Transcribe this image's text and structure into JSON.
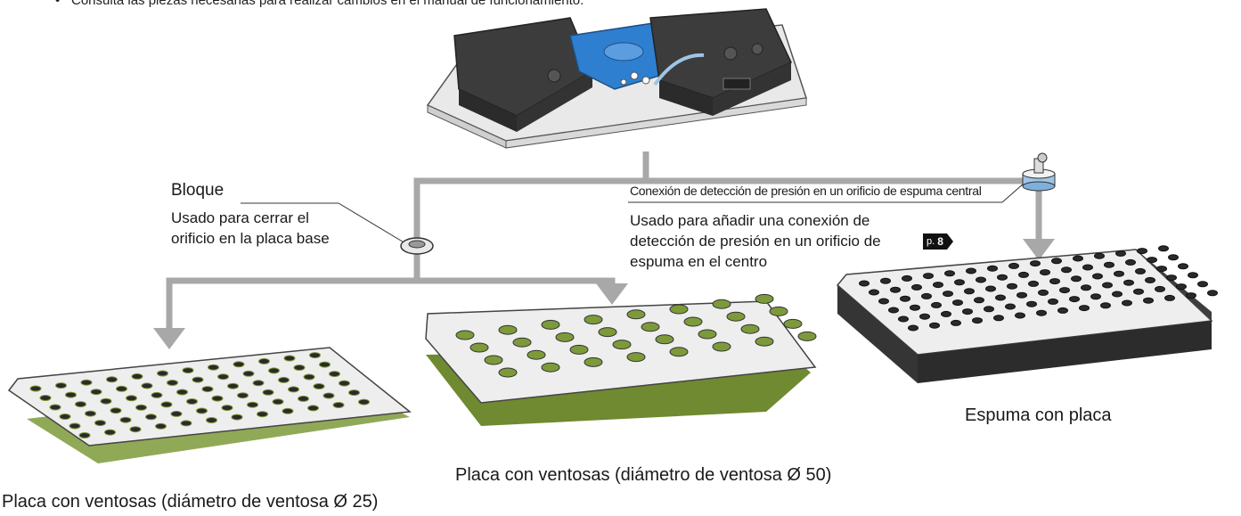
{
  "top_note": "Consulta las piezas necesarias para realizar cambios en el manual de funcionamiento.",
  "top_note_bullet": "•",
  "block": {
    "title": "Bloque",
    "description": "Usado para cerrar el orificio en la placa base"
  },
  "pressure_connection": {
    "title": "Conexión de detección de presión en un orificio de espuma central",
    "description": "Usado para añadir una conexión de detección de presión en un orificio de espuma en el centro",
    "page_ref_prefix": "p.",
    "page_ref_number": "8"
  },
  "captions": {
    "cups_25": "Placa con ventosas (diámetro de ventosa Ø 25)",
    "cups_50": "Placa con ventosas (diámetro de ventosa Ø 50)",
    "foam": "Espuma con placa"
  },
  "colors": {
    "connector_gray": "#a8a8a8",
    "unit_body": "#3a3a3a",
    "hub_blue": "#2f7fd0",
    "plate": "#eeeeee",
    "suction_cup_green": "#7d9a3a",
    "hole_dark": "#2a2a2a"
  }
}
